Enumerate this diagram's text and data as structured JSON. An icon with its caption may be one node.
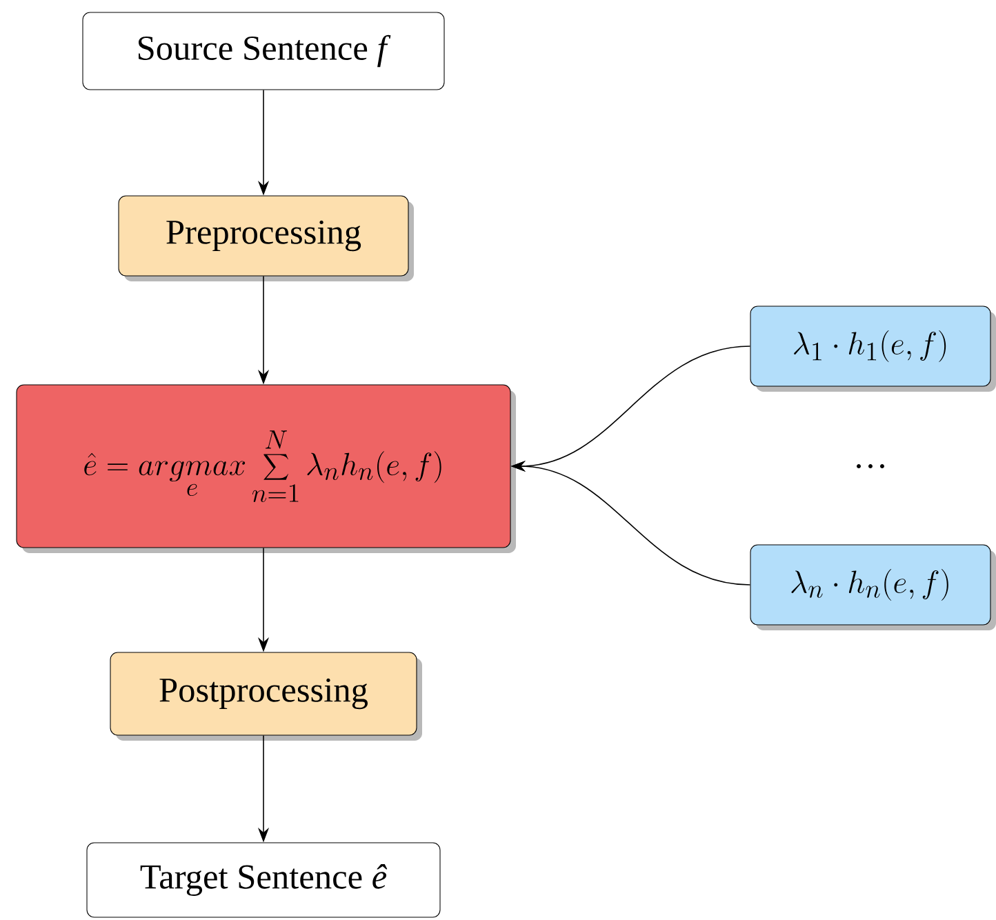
{
  "diagram": {
    "nodes": [
      {
        "text": [
          "Source Sentence *f*"
        ]
      },
      {
        "text": [
          "Preprocessing"
        ]
      },
      {
        "text": [
          "\\hat{e} = \\mathop{argmax}\\limits_{e} \\sum_{n=1}^{N} \\lambda_n h_n(e,f)"
        ]
      },
      {
        "text": [
          "Postprocessing"
        ]
      },
      {
        "text": [
          "Target Sentence *ê*"
        ]
      },
      {
        "text": [
          "\\lambda_1 \\cdot h_1(e,f)"
        ]
      },
      {
        "text": [
          "\\lambda_n \\cdot h_n(e,f)"
        ]
      }
    ],
    "edges": [
      {
        "from": 0,
        "to": 1,
        "arrow": "to"
      },
      {
        "from": 1,
        "to": 2,
        "arrow": "to"
      },
      {
        "from": 2,
        "to": 3,
        "arrow": "to"
      },
      {
        "from": 3,
        "to": 4,
        "arrow": "to"
      },
      {
        "from": 5,
        "to": 2,
        "arrow": "to"
      },
      {
        "from": 6,
        "to": 2,
        "arrow": "to"
      }
    ],
    "labels": [
      "…"
    ]
  }
}
